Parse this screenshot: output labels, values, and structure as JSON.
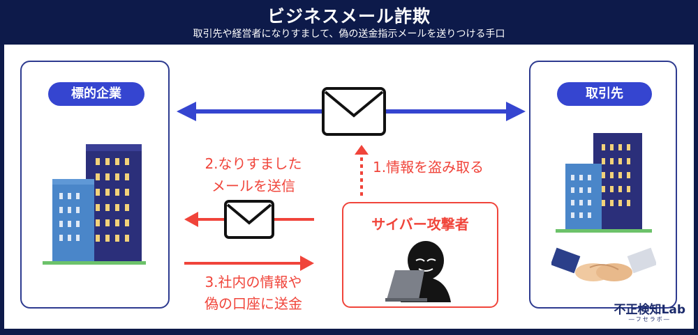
{
  "header": {
    "title": "ビジネスメール詐欺",
    "subtitle": "取引先や経営者になりすまして、偽の送金指示メールを送りつける手口"
  },
  "left_panel": {
    "label": "標的企業"
  },
  "right_panel": {
    "label": "取引先"
  },
  "steps": {
    "step1": "1.情報を盗み取る",
    "step2_line1": "2.なりすました",
    "step2_line2": "メールを送信",
    "step3_line1": "3.社内の情報や",
    "step3_line2": "偽の口座に送金"
  },
  "attacker": {
    "label": "サイバー攻撃者"
  },
  "logo": {
    "main": "不正検知Lab",
    "sub": "―フセラボ―"
  },
  "colors": {
    "header_bg": "#0d1a4a",
    "accent_blue": "#3545d0",
    "accent_red": "#f0443a"
  }
}
